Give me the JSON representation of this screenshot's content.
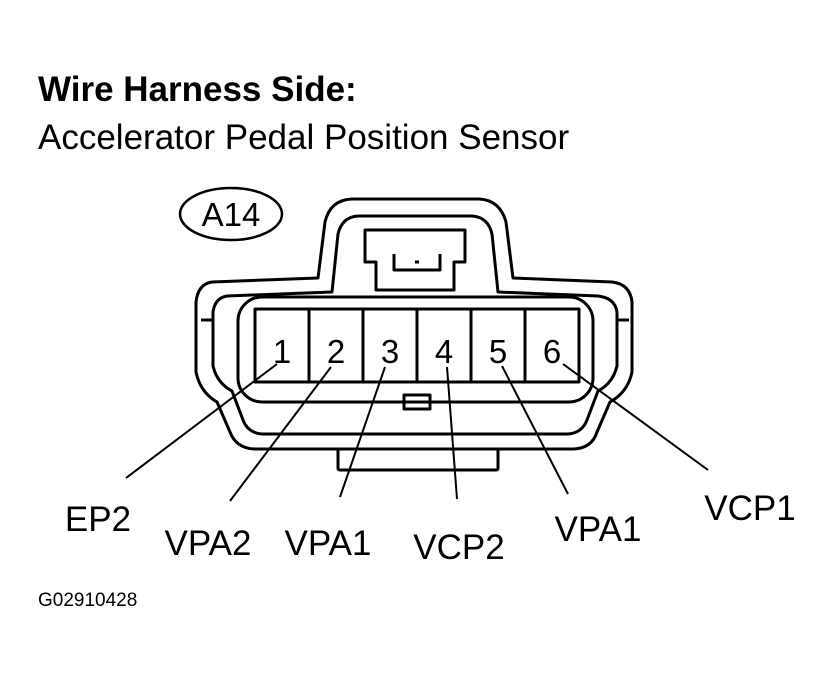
{
  "title": "Wire Harness Side:",
  "subtitle": "Accelerator Pedal Position Sensor",
  "connector": {
    "id": "A14",
    "pins": [
      {
        "number": "1",
        "signal": "EP2"
      },
      {
        "number": "2",
        "signal": "VPA2"
      },
      {
        "number": "3",
        "signal": "VPA1"
      },
      {
        "number": "4",
        "signal": "VCP2"
      },
      {
        "number": "5",
        "signal": "VPA1"
      },
      {
        "number": "6",
        "signal": "VCP1"
      }
    ]
  },
  "figure_code": "G02910428"
}
